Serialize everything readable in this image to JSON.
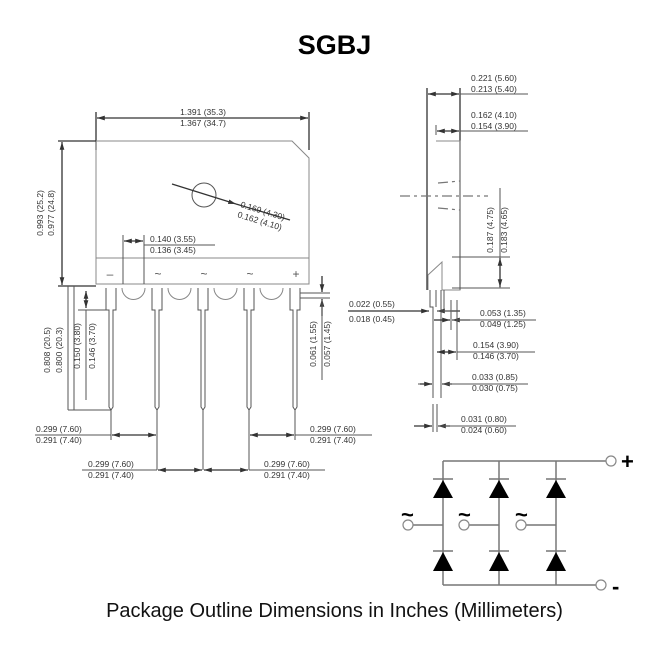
{
  "title": "SGBJ",
  "caption": "Package Outline Dimensions in Inches (Millimeters)",
  "front_view": {
    "overall_length": {
      "max": "1.391 (35.3)",
      "min": "1.367 (34.7)"
    },
    "body_height": {
      "max": "0.993 (25.2)",
      "min": "0.977 (24.8)"
    },
    "hole_diameter": {
      "max": "0.169 (4.30)",
      "min": "0.162 (4.10)"
    },
    "lead_offset": {
      "max": "0.140 (3.55)",
      "min": "0.136 (3.45)"
    },
    "lead_length": {
      "max": "0.808 (20.5)",
      "min": "0.800 (20.3)"
    },
    "lead_shoulder": {
      "max": "0.150 (3.80)",
      "min": "0.146 (3.70)"
    },
    "lead_shoulder_width": {
      "max": "0.061 (1.55)",
      "min": "0.057 (1.45)"
    },
    "pitch_outer_left": {
      "max": "0.299 (7.60)",
      "min": "0.291 (7.40)"
    },
    "pitch_outer_right": {
      "max": "0.299 (7.60)",
      "min": "0.291 (7.40)"
    },
    "pitch_inner_left": {
      "max": "0.299 (7.60)",
      "min": "0.291 (7.40)"
    },
    "pitch_inner_right": {
      "max": "0.299 (7.60)",
      "min": "0.291 (7.40)"
    },
    "pin_markings": [
      "–",
      "~",
      "~",
      "~",
      "+"
    ]
  },
  "side_view": {
    "body_thickness": {
      "max": "0.221 (5.60)",
      "min": "0.213 (5.40)"
    },
    "body_thickness_inner": {
      "max": "0.162 (4.10)",
      "min": "0.154 (3.90)"
    },
    "hole_center_height": {
      "max": "0.187 (4.75)",
      "min": "0.183 (4.65)"
    },
    "lead_thickness": {
      "max": "0.022 (0.55)",
      "min": "0.018 (0.45)"
    },
    "lead_step": {
      "max": "0.053 (1.35)",
      "min": "0.049 (1.25)"
    },
    "lead_step_length": {
      "max": "0.154 (3.90)",
      "min": "0.146 (3.70)"
    },
    "lead_width": {
      "max": "0.033 (0.85)",
      "min": "0.030 (0.75)"
    },
    "lead_tip_width": {
      "max": "0.031 (0.80)",
      "min": "0.024 (0.60)"
    }
  },
  "schematic": {
    "positive_label": "+",
    "negative_label": "-",
    "ac_labels": [
      "~",
      "~",
      "~"
    ],
    "diode_fill": "#000000",
    "wire_color": "#777777"
  }
}
